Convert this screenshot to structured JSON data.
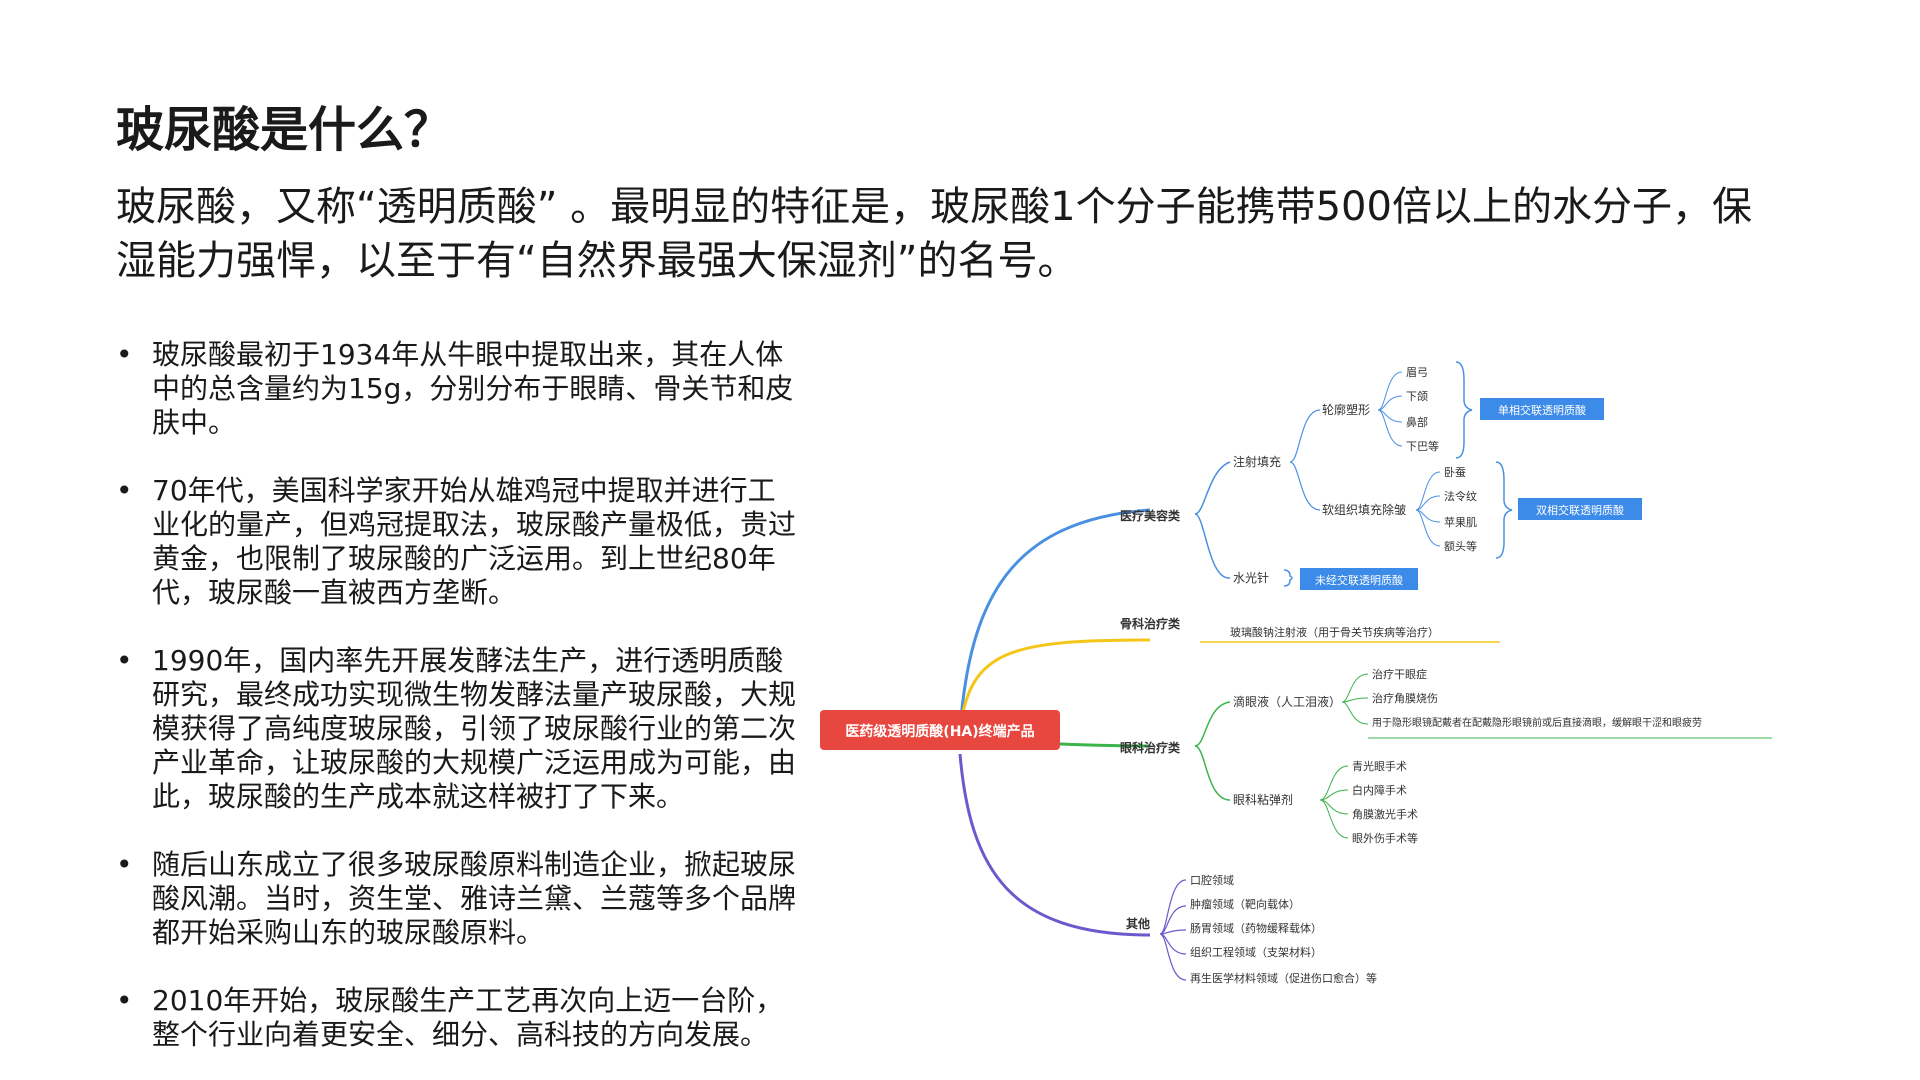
{
  "title": "玻尿酸是什么？",
  "intro": "玻尿酸，又称“透明质酸” 。最明显的特征是，玻尿酸1个分子能携带500倍以上的水分子，保湿能力强悍，以至于有“自然界最强大保湿剂”的名号。",
  "bullets": [
    "玻尿酸最初于1934年从牛眼中提取出来，其在人体中的总含量约为15g，分别分布于眼睛、骨关节和皮肤中。",
    "70年代，美国科学家开始从雄鸡冠中提取并进行工业化的量产，但鸡冠提取法，玻尿酸产量极低，贵过黄金，也限制了玻尿酸的广泛运用。到上世纪80年代，玻尿酸一直被西方垄断。",
    "1990年，国内率先开展发酵法生产，进行透明质酸研究，最终成功实现微生物发酵法量产玻尿酸，大规模获得了高纯度玻尿酸，引领了玻尿酸行业的第二次产业革命，让玻尿酸的大规模广泛运用成为可能，由此，玻尿酸的生产成本就这样被打了下来。",
    "随后山东成立了很多玻尿酸原料制造企业，掀起玻尿酸风潮。当时，资生堂、雅诗兰黛、兰蔻等多个品牌都开始采购山东的玻尿酸原料。",
    "2010年开始，玻尿酸生产工艺再次向上迈一台阶，整个行业向着更安全、细分、高科技的方向发展。"
  ],
  "bullet_marker": "•",
  "mindmap": {
    "root": "医药级透明质酸(HA)终端产品",
    "colors": {
      "root_bg": "#e8473f",
      "tag_bg": "#3d8be8",
      "blue": "#4a90e2",
      "yellow": "#f5c518",
      "green": "#3cb44b",
      "purple": "#6a5acd",
      "bracket": "#4a90e2"
    },
    "cosmetic": {
      "label": "医疗美容类",
      "injection": "注射填充",
      "contour": "轮廓塑形",
      "contour_items": [
        "眉弓",
        "下颌",
        "鼻部",
        "下巴等"
      ],
      "contour_tag": "单相交联透明质酸",
      "soft": "软组织填充除皱",
      "soft_items": [
        "卧蚕",
        "法令纹",
        "苹果肌",
        "额头等"
      ],
      "soft_tag": "双相交联透明质酸",
      "water": "水光针",
      "water_tag": "未经交联透明质酸"
    },
    "ortho": {
      "label": "骨科治疗类",
      "item": "玻璃酸钠注射液（用于骨关节疾病等治疗）"
    },
    "eye": {
      "label": "眼科治疗类",
      "drops": "滴眼液（人工泪液）",
      "drops_items": [
        "治疗干眼症",
        "治疗角膜烧伤",
        "用于隐形眼镜配戴者在配戴隐形眼镜前或后直接滴眼，缓解眼干涩和眼疲劳"
      ],
      "visco": "眼科粘弹剂",
      "visco_items": [
        "青光眼手术",
        "白内障手术",
        "角膜激光手术",
        "眼外伤手术等"
      ]
    },
    "other": {
      "label": "其他",
      "items": [
        "口腔领域",
        "肿瘤领域（靶向载体）",
        "肠胃领域（药物缓释载体）",
        "组织工程领域（支架材料）",
        "再生医学材料领域（促进伤口愈合）等"
      ]
    }
  }
}
